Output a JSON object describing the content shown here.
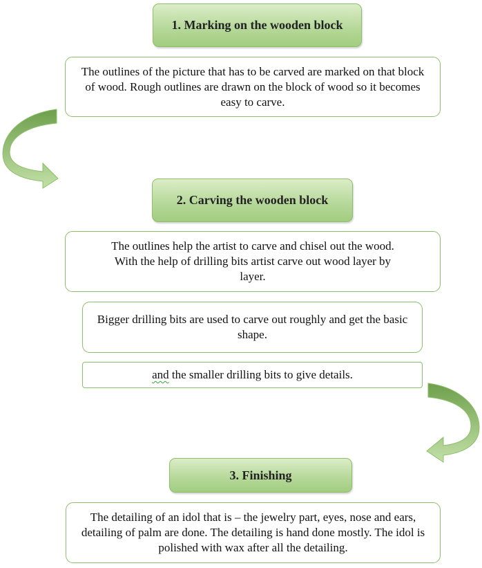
{
  "steps": [
    {
      "title": "1. Marking on the wooden block",
      "boxes": [
        "The outlines of the picture that has to be carved are marked on that block of wood. Rough outlines are drawn on the block of wood so it becomes easy to carve."
      ]
    },
    {
      "title": "2. Carving the wooden block",
      "boxes": [
        "The outlines help the artist to carve and chisel out the wood. With the help of drilling bits artist carve out wood layer by layer.",
        "Bigger drilling bits are used to carve out roughly and get the basic shape.",
        {
          "first_word": "and",
          "rest": " the smaller drilling bits to give details."
        }
      ]
    },
    {
      "title": "3. Finishing",
      "boxes": [
        "The detailing of an idol that is – the jewelry part, eyes, nose and ears, detailing of palm are done. The detailing is hand done mostly. The idol is polished with wax after all the detailing."
      ]
    }
  ],
  "colors": {
    "header_fill_top": "#dcedc8",
    "header_fill_bottom": "#a2cd80",
    "border": "#8cbf68",
    "arrow_dark": "#6e9f4c",
    "arrow_light": "#c3e0a8"
  },
  "icons": [
    "curved-arrow-left-icon",
    "curved-arrow-right-icon"
  ]
}
